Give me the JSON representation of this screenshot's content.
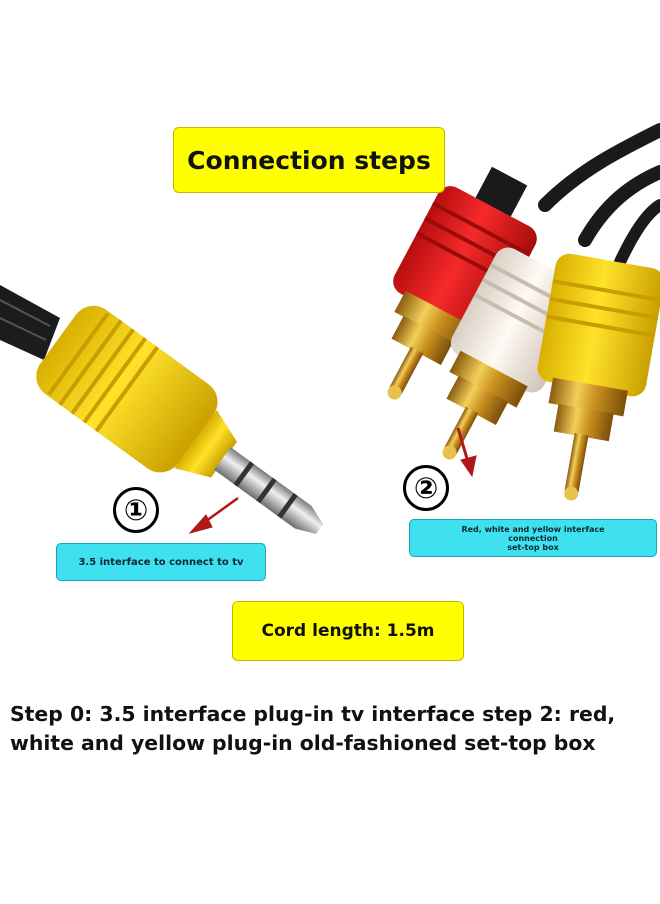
{
  "title": "Connection steps",
  "steps": [
    {
      "number": "①",
      "label": "3.5 interface to connect to tv"
    },
    {
      "number": "②",
      "label_lines": [
        "Red, white and yellow interface connection",
        "set-top box"
      ]
    }
  ],
  "cord_length": "Cord length: 1.5m",
  "caption_lines": [
    "Step 0: 3.5 interface plug-in tv interface step 2: red,",
    "white and yellow plug-in old-fashioned set-top box"
  ],
  "colors": {
    "label_yellow": "#ffff00",
    "label_cyan": "#3fe0f0",
    "plug_yellow": "#f4d20a",
    "plug_red": "#e01a1a",
    "plug_white": "#f3ece4",
    "gold": "#c99a24",
    "arrow": "#b01818"
  },
  "icons": [
    "connector-3-5mm-jack-icon",
    "rca-red-plug-icon",
    "rca-white-plug-icon",
    "rca-yellow-plug-icon",
    "pointer-arrow-icon"
  ]
}
